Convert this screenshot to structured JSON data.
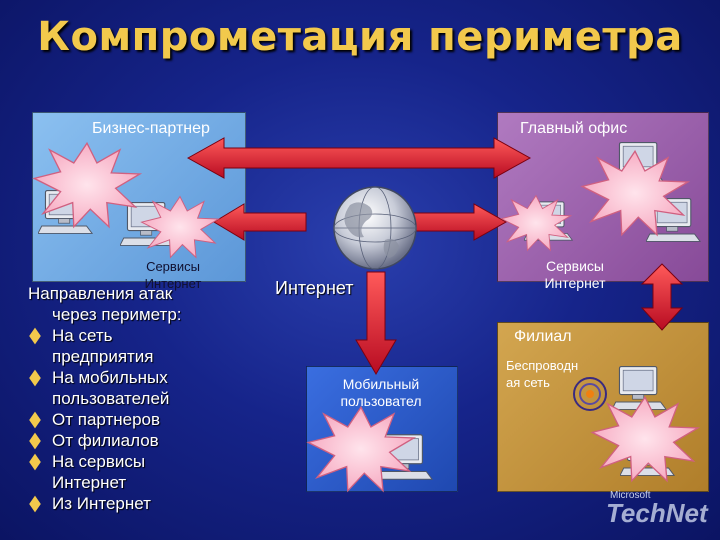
{
  "title": "Компрометация периметра",
  "labels": {
    "business_partner": "Бизнес-партнер",
    "head_office": "Главный офис",
    "left_services": [
      "Сервисы",
      "Интернет"
    ],
    "right_services": [
      "Сервисы",
      "Интернет"
    ],
    "internet": "Интернет",
    "mobile": [
      "Мобильный",
      "пользовател"
    ],
    "branch": "Филиал",
    "wireless": [
      "Беспроводн",
      "ая сеть"
    ]
  },
  "bullets": {
    "lead": [
      "Направления атак",
      "через периметр:"
    ],
    "items": [
      [
        "На сеть",
        "предприятия"
      ],
      [
        "На мобильных",
        "пользователей"
      ],
      [
        "От партнеров"
      ],
      [
        "От филиалов"
      ],
      [
        "На сервисы",
        "Интернет"
      ],
      [
        "Из Интернет"
      ]
    ]
  },
  "logo": {
    "line1": "Microsoft",
    "line2": "TechNet"
  },
  "colors": {
    "title": "#f2c94c",
    "arrow": "#d0142a",
    "left_panel": "#6ea8e6",
    "right_panel": "#9a5aa8",
    "branch_panel": "#c4943a",
    "mobile_panel": "#2a58c8"
  },
  "icons": [
    "globe-icon",
    "computer-icon",
    "burst-icon",
    "wireless-icon"
  ]
}
